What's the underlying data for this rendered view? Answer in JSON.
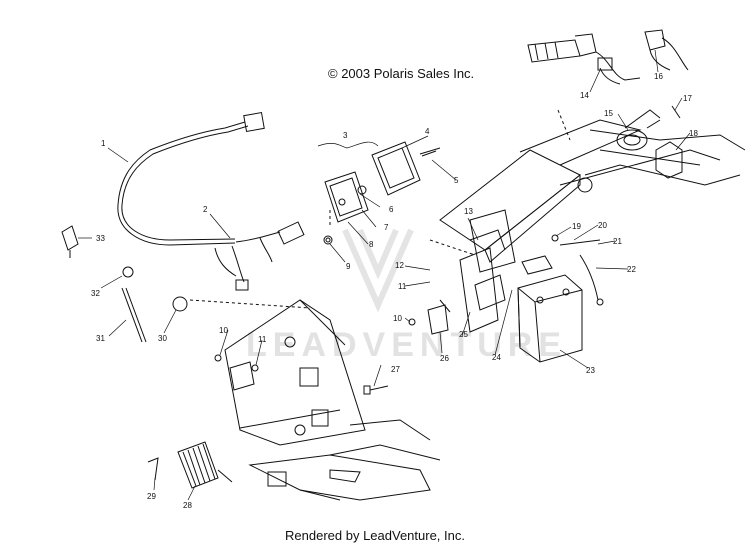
{
  "header": {
    "copyright": "© 2003 Polaris Sales Inc."
  },
  "footer": {
    "rendered_by": "Rendered by LeadVenture, Inc."
  },
  "watermark": {
    "text": "LEADVENTURE"
  },
  "callouts": [
    "1",
    "2",
    "3",
    "4",
    "5",
    "6",
    "7",
    "8",
    "9",
    "10",
    "10",
    "11",
    "11",
    "12",
    "13",
    "14",
    "15",
    "16",
    "17",
    "18",
    "19",
    "20",
    "21",
    "22",
    "23",
    "24",
    "25",
    "26",
    "27",
    "28",
    "29",
    "30",
    "31",
    "32",
    "33"
  ],
  "colors": {
    "line": "#111111",
    "watermark": "#e2e2e2"
  }
}
